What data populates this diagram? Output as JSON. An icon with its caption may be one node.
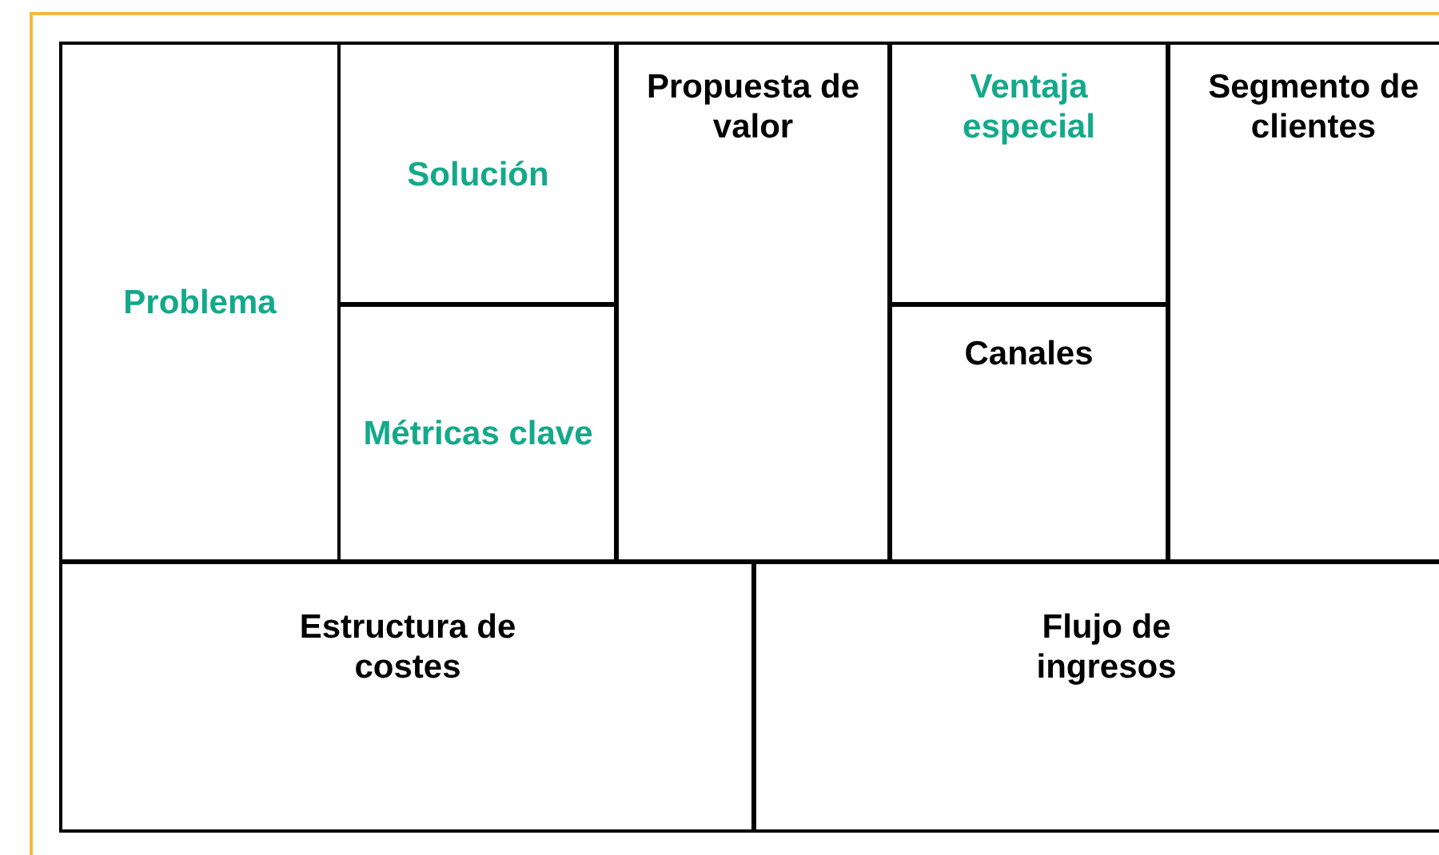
{
  "diagram": {
    "nodes": [
      {
        "text": [
          "Problema"
        ]
      },
      {
        "text": [
          "Solución"
        ]
      },
      {
        "text": [
          "Métricas clave"
        ]
      },
      {
        "text": [
          "Propuesta de valor"
        ]
      },
      {
        "text": [
          "Ventaja especial"
        ]
      },
      {
        "text": [
          "Canales"
        ]
      },
      {
        "text": [
          "Segmento de clientes"
        ]
      },
      {
        "text": [
          "Estructura de costes"
        ]
      },
      {
        "text": [
          "Flujo de ingresos"
        ]
      }
    ]
  }
}
